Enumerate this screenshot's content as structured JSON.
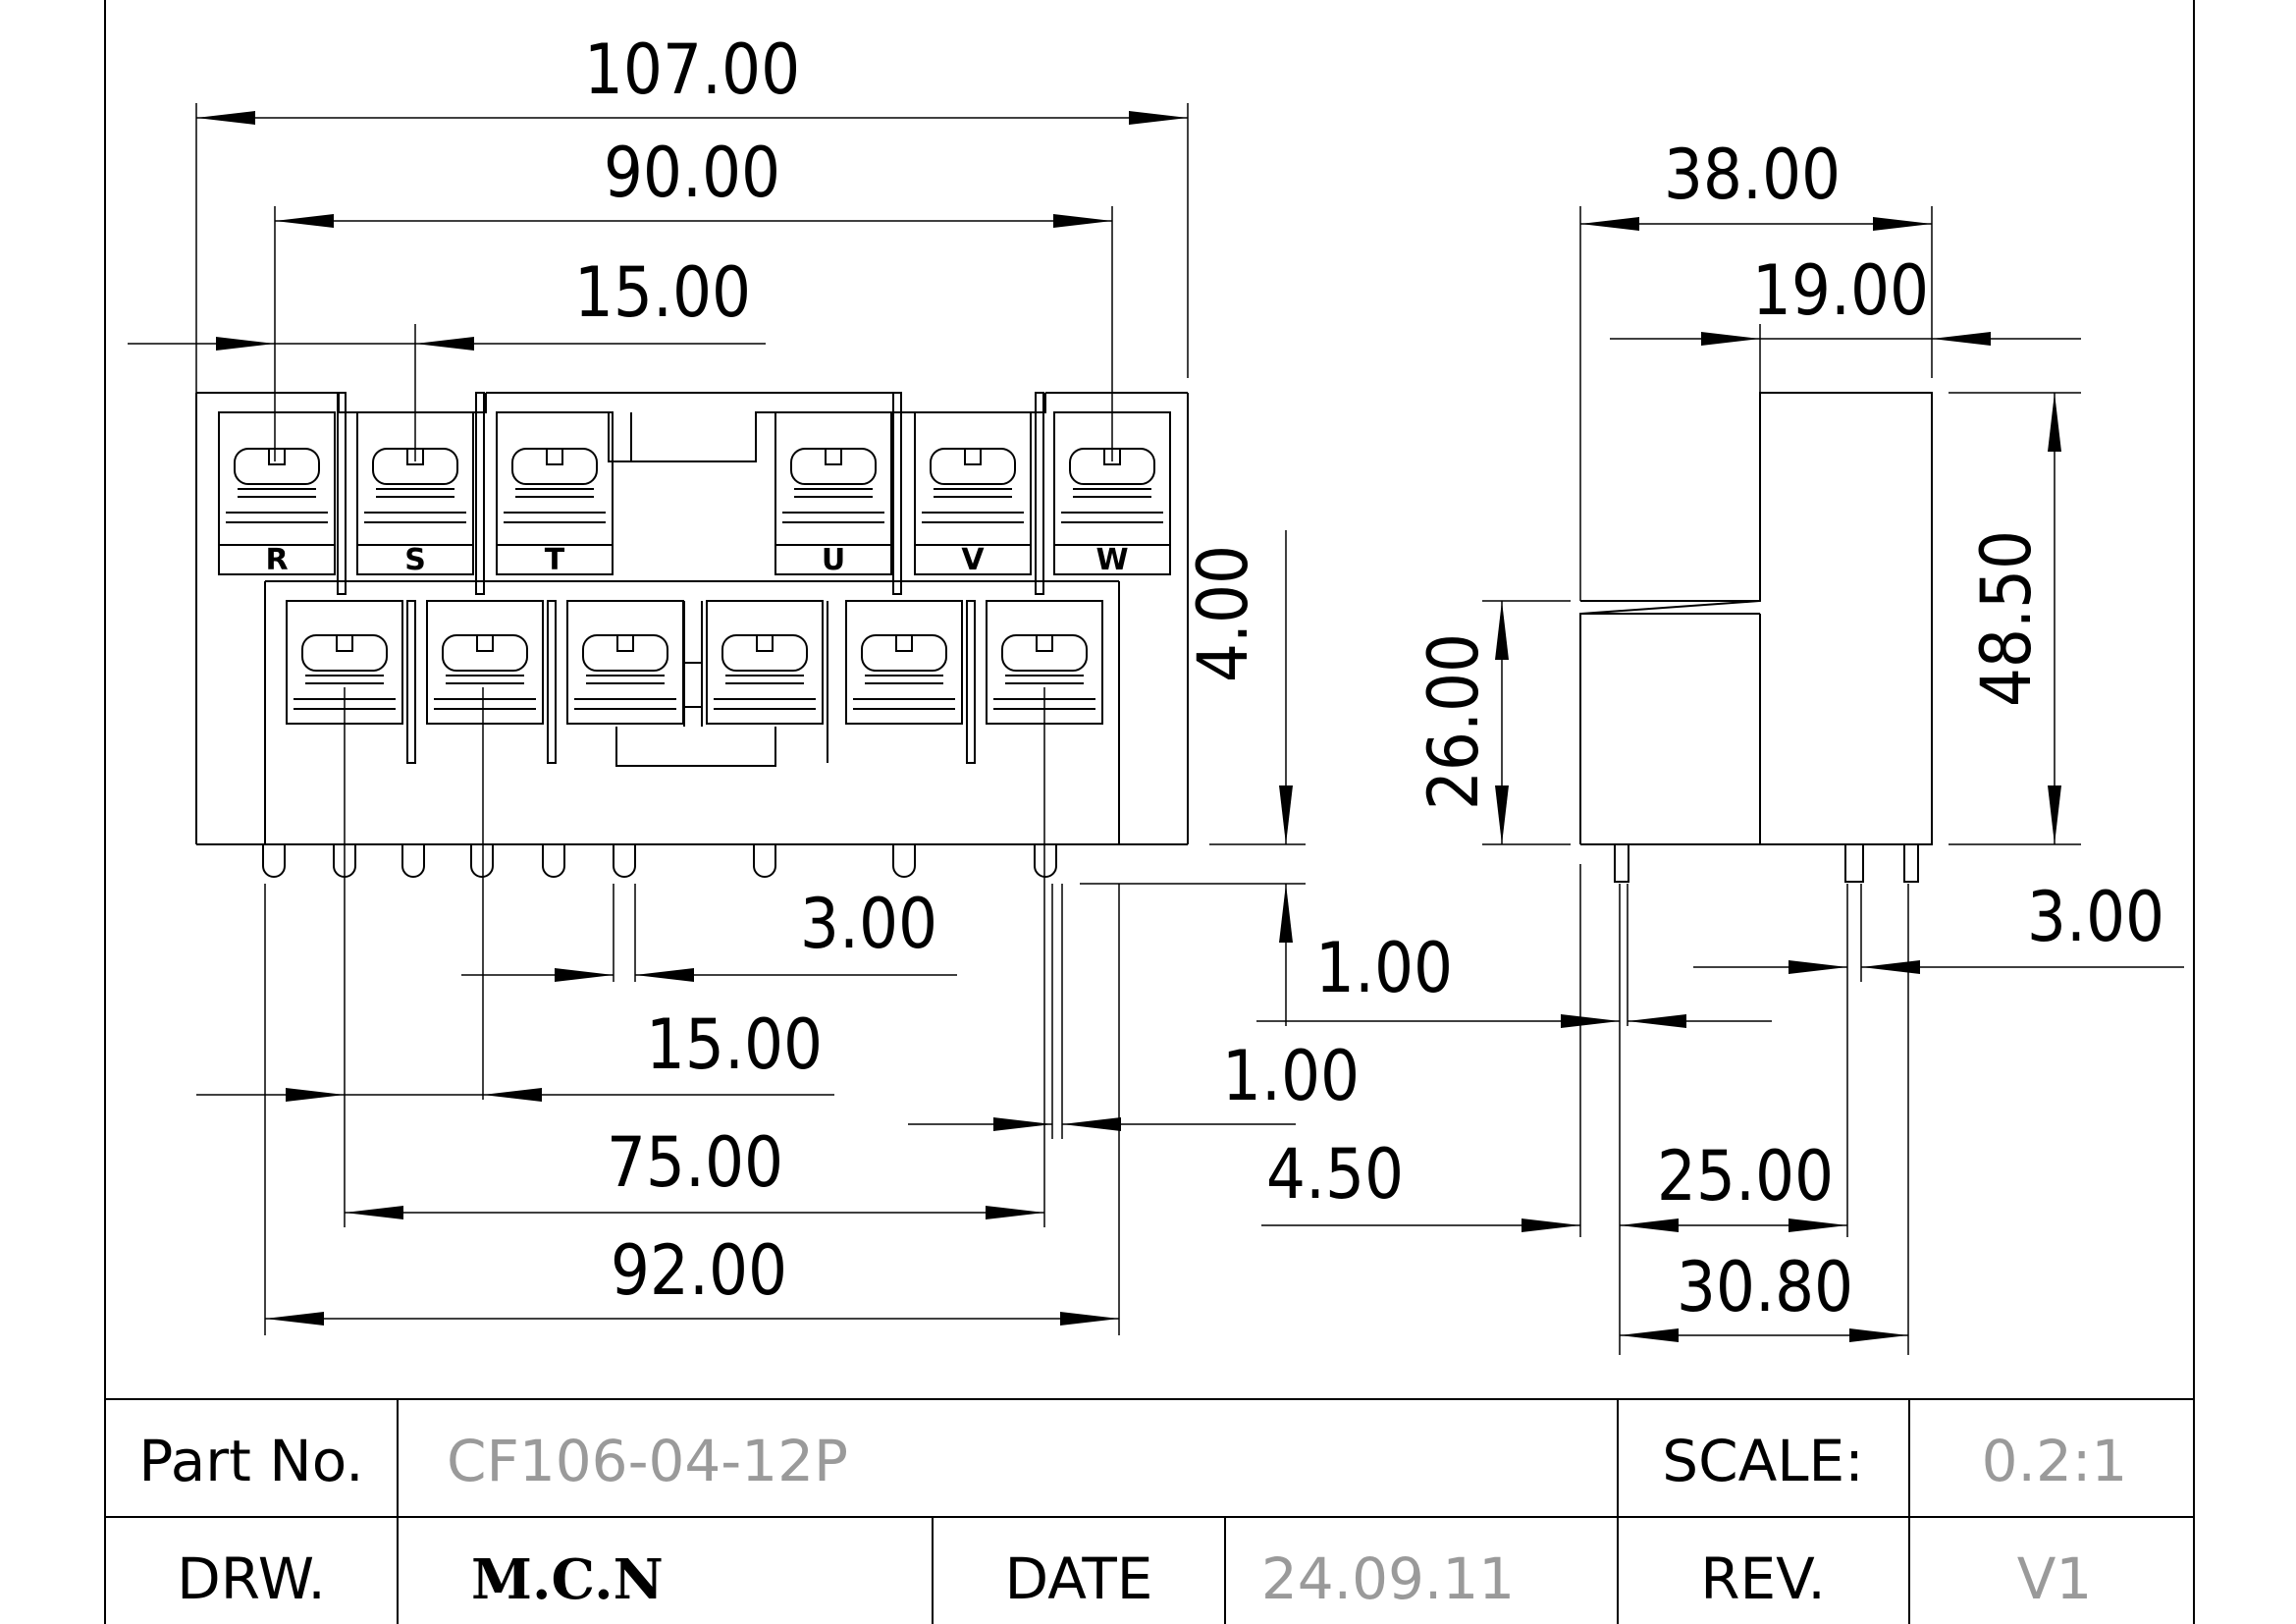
{
  "drawing": {
    "dimensions": {
      "d107": "107.00",
      "d90": "90.00",
      "d15_top": "15.00",
      "d4": "4.00",
      "d3_front": "3.00",
      "d15_bottom": "15.00",
      "d1_front": "1.00",
      "d75": "75.00",
      "d92": "92.00",
      "d38": "38.00",
      "d19": "19.00",
      "d48_5": "48.50",
      "d26": "26.00",
      "d3_side": "3.00",
      "d1_side": "1.00",
      "d4_5": "4.50",
      "d25": "25.00",
      "d30_8": "30.80"
    },
    "terminal_labels": [
      "R",
      "S",
      "T",
      "U",
      "V",
      "W"
    ]
  },
  "title_block": {
    "part_no_label": "Part No.",
    "part_no_value": "CF106-04-12P",
    "scale_label": "SCALE:",
    "scale_value": "0.2:1",
    "drw_label": "DRW.",
    "drw_value": "M.C.N",
    "date_label": "DATE",
    "date_value": "24.09.11",
    "rev_label": "REV.",
    "rev_value": "V1"
  }
}
